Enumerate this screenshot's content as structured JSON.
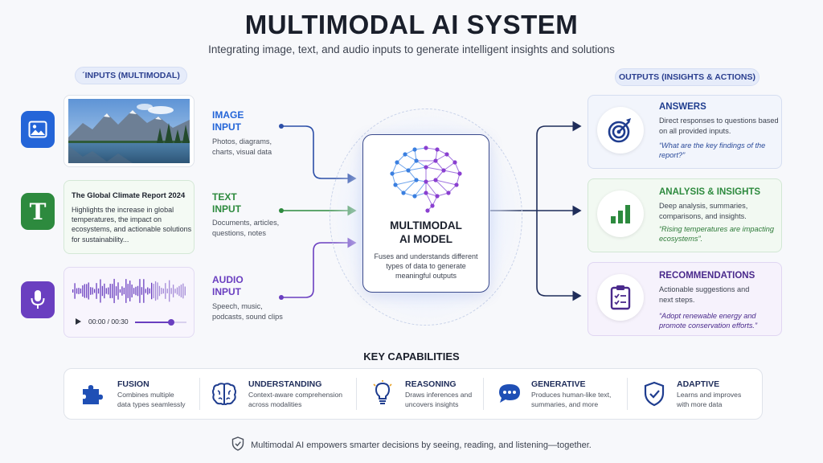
{
  "header": {
    "title": "MULTIMODAL AI SYSTEM",
    "subtitle": "Integrating image, text, and audio inputs to generate intelligent insights and solutions"
  },
  "inputs": {
    "pill": "´INPUTS (MULTIMODAL)",
    "image": {
      "label_line1": "IMAGE",
      "label_line2": "INPUT",
      "desc": "Photos, diagrams, charts, visual data",
      "icon": "image-icon",
      "color": "#2465d8"
    },
    "text": {
      "label_line1": "TEXT",
      "label_line2": "INPUT",
      "desc": "Documents, articles, questions, notes",
      "icon": "text-t-icon",
      "color": "#2d8a3e",
      "doc_title": "The Global Climate Report 2024",
      "doc_body": "Highlights the increase in global temperatures, the impact on ecosystems, and actionable solutions for sustainability..."
    },
    "audio": {
      "label_line1": "AUDIO",
      "label_line2": "INPUT",
      "desc": "Speech, music, podcasts, sound clips",
      "icon": "microphone-icon",
      "color": "#6a3fc0",
      "time": "00:00 / 00:30",
      "progress": 0.7
    }
  },
  "model": {
    "title_line1": "MULTIMODAL",
    "title_line2": "AI MODEL",
    "desc": "Fuses and understands different types of data to generate meaningful outputs"
  },
  "outputs": {
    "pill": "OUTPUTS (INSIGHTS & ACTIONS)",
    "answers": {
      "title": "ANSWERS",
      "desc": "Direct responses to questions based on all provided inputs.",
      "quote": "“What are the key findings of the report?”",
      "icon": "target-icon",
      "color": "#1f3d8f"
    },
    "analysis": {
      "title": "ANALYSIS & INSIGHTS",
      "desc": "Deep analysis, summaries, comparisons, and insights.",
      "quote": "“Rising temperatures are impacting ecosystems”.",
      "icon": "bar-chart-icon",
      "color": "#2d8a3e"
    },
    "recommendations": {
      "title": "RECOMMENDATIONS",
      "desc": "Actionable suggestions and next steps.",
      "quote": "“Adopt renewable energy and promote conservation efforts.”",
      "icon": "clipboard-icon",
      "color": "#4a2a8c"
    }
  },
  "capabilities": {
    "title": "KEY CAPABILITIES",
    "items": [
      {
        "name": "FUSION",
        "desc_line1": "Combines multiple",
        "desc_line2": "data types seamlessly",
        "icon": "puzzle-icon"
      },
      {
        "name": "UNDERSTANDING",
        "desc_line1": "Context-aware comprehension",
        "desc_line2": "across modalities",
        "icon": "brain-icon"
      },
      {
        "name": "REASONING",
        "desc_line1": "Draws inferences and",
        "desc_line2": "uncovers insights",
        "icon": "lightbulb-icon"
      },
      {
        "name": "GENERATIVE",
        "desc_line1": "Produces human-like text,",
        "desc_line2": "summaries, and more",
        "icon": "chat-bubble-icon"
      },
      {
        "name": "ADAPTIVE",
        "desc_line1": "Learns and improves",
        "desc_line2": "with more data",
        "icon": "shield-check-icon"
      }
    ]
  },
  "footer": {
    "text": "Multimodal AI empowers smarter decisions by seeing, reading, and listening—together.",
    "icon": "shield-check-icon"
  }
}
